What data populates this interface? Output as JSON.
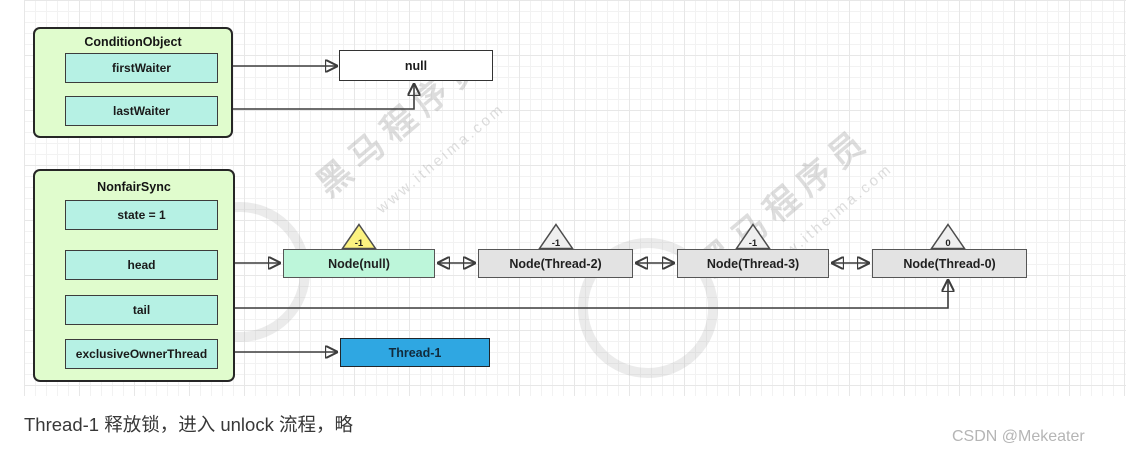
{
  "condition_object": {
    "title": "ConditionObject",
    "fields": [
      {
        "label": "firstWaiter"
      },
      {
        "label": "lastWaiter"
      }
    ]
  },
  "null_box": {
    "label": "null"
  },
  "nonfair_sync": {
    "title": "NonfairSync",
    "fields": [
      {
        "label": "state = 1"
      },
      {
        "label": "head"
      },
      {
        "label": "tail"
      },
      {
        "label": "exclusiveOwnerThread"
      }
    ]
  },
  "chain": {
    "nodes": [
      {
        "label": "Node(null)",
        "wait_status": "-1",
        "style": "head"
      },
      {
        "label": "Node(Thread-2)",
        "wait_status": "-1",
        "style": "gray"
      },
      {
        "label": "Node(Thread-3)",
        "wait_status": "-1",
        "style": "gray"
      },
      {
        "label": "Node(Thread-0)",
        "wait_status": "0",
        "style": "gray"
      }
    ]
  },
  "owner_thread": {
    "label": "Thread-1"
  },
  "caption": {
    "text": "Thread-1 释放锁，进入 unlock 流程，略"
  },
  "watermark": {
    "brand": "黑马程序员",
    "site": "www.itheima.com",
    "credit": "CSDN @Mekeater"
  },
  "colors": {
    "panel_fill": "#e0fccd",
    "field_fill": "#b6f1e4",
    "node_head_fill": "#bdf6da",
    "node_gray_fill": "#e3e3e3",
    "triangle_yellow": "#fcf280",
    "triangle_gray": "#efefef",
    "thread_fill": "#2fa7e2",
    "arrow": "#3d3d3d"
  }
}
